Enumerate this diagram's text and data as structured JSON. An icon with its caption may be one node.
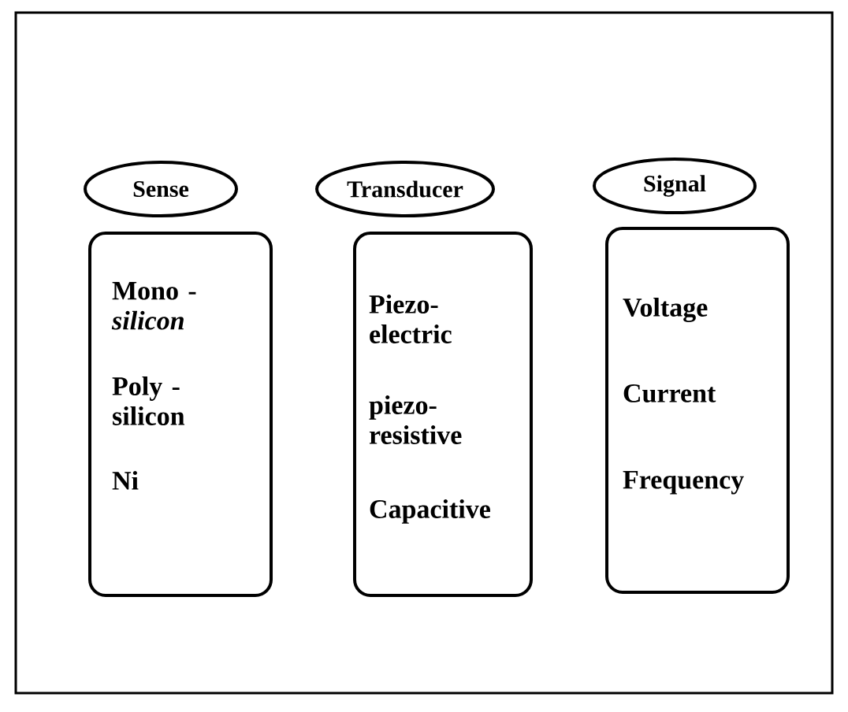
{
  "diagram": {
    "nodes": [
      {
        "text": [
          "Sense"
        ]
      },
      {
        "text": [
          "Transducer"
        ]
      },
      {
        "text": [
          "Signal"
        ]
      },
      {
        "text": [
          "Mono - *silicon*",
          "Poly - silicon",
          "Ni"
        ]
      },
      {
        "text": [
          "Piezo- electric",
          "piezo- resistive",
          "Capacitive"
        ]
      },
      {
        "text": [
          "Voltage",
          "Current",
          "Frequency"
        ]
      }
    ]
  }
}
